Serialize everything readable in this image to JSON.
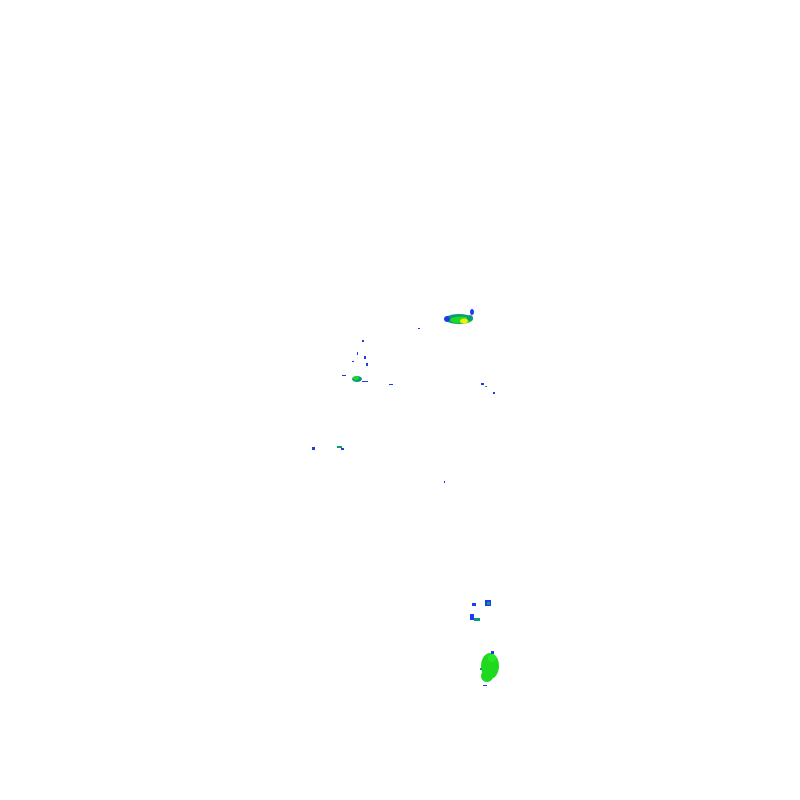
{
  "map": {
    "type": "weather-radar-reflectivity",
    "background": "#ffffff",
    "palette": {
      "light": "#1b3df0",
      "moderate": "#0a9a7a",
      "green": "#1fd91f",
      "yellow": "#f0f000"
    },
    "echoes": [
      {
        "id": "northeast-cell",
        "intensity_max": "yellow"
      },
      {
        "id": "central-west-cells",
        "intensity_max": "green"
      },
      {
        "id": "west-specks",
        "intensity_max": "moderate"
      },
      {
        "id": "east-specks",
        "intensity_max": "light"
      },
      {
        "id": "south-small-cells",
        "intensity_max": "moderate"
      },
      {
        "id": "south-main-cell",
        "intensity_max": "green"
      }
    ]
  }
}
